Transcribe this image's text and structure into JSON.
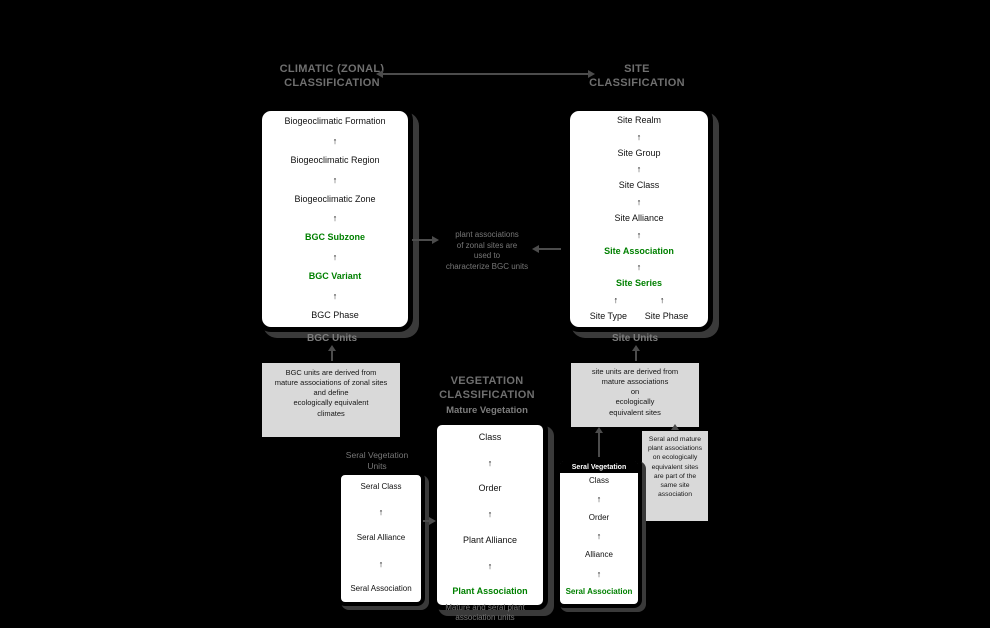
{
  "colors": {
    "unit_green": "#008000",
    "note_bg": "#d9d9d9",
    "box_fill": "#ffffff",
    "box_border": "#000000"
  },
  "icons": {
    "up_arrow": "↑"
  },
  "headings": {
    "climatic_line1": "CLIMATIC (ZONAL)",
    "climatic_line2": "CLASSIFICATION",
    "site_line1": "SITE",
    "site_line2": "CLASSIFICATION",
    "vegetation_line1": "VEGETATION",
    "vegetation_line2": "CLASSIFICATION"
  },
  "climatic": {
    "levels": [
      {
        "label": "Biogeoclimatic Formation",
        "green": false
      },
      {
        "label": "Biogeoclimatic Region",
        "green": false
      },
      {
        "label": "Biogeoclimatic Zone",
        "green": false
      },
      {
        "label": "BGC Subzone",
        "green": true
      },
      {
        "label": "BGC Variant",
        "green": true
      },
      {
        "label": "BGC Phase",
        "green": false
      }
    ],
    "caption": "BGC Units",
    "note": "BGC units are derived from\nmature associations of zonal sites\nand define\necologically equivalent\nclimates"
  },
  "site": {
    "levels": [
      {
        "label": "Site Realm",
        "green": false
      },
      {
        "label": "Site Group",
        "green": false
      },
      {
        "label": "Site Class",
        "green": false
      },
      {
        "label": "Site Alliance",
        "green": false
      },
      {
        "label": "Site Association",
        "green": true
      },
      {
        "label": "Site Series",
        "green": true
      }
    ],
    "base_levels": [
      "Site Type",
      "Site Phase"
    ],
    "caption": "Site Units",
    "note": "site units are derived from\nmature associations\non\necologically\nequivalent sites",
    "side_note": "Seral and mature\nplant associations\non ecologically\nequivalent sites\nare part of the\nsame site\nassociation"
  },
  "link_note": "plant associations\nof zonal sites are\nused to\ncharacterize BGC units",
  "vegetation": {
    "mature_title": "Mature Vegetation",
    "mature_levels": [
      {
        "label": "Class",
        "green": false
      },
      {
        "label": "Order",
        "green": false
      },
      {
        "label": "Plant Alliance",
        "green": false
      },
      {
        "label": "Plant Association",
        "green": true
      }
    ],
    "caption": "Mature and seral plant\nassociation units",
    "seral_units_title": "Seral Vegetation\nUnits",
    "seral_units_levels": [
      {
        "label": "Seral Class"
      },
      {
        "label": "Seral Alliance"
      },
      {
        "label": "Seral Association"
      }
    ],
    "seral_box_title": "Seral Vegetation",
    "seral_levels": [
      {
        "label": "Class",
        "green": false
      },
      {
        "label": "Order",
        "green": false
      },
      {
        "label": "Alliance",
        "green": false
      },
      {
        "label": "Seral Association",
        "green": true
      }
    ]
  }
}
